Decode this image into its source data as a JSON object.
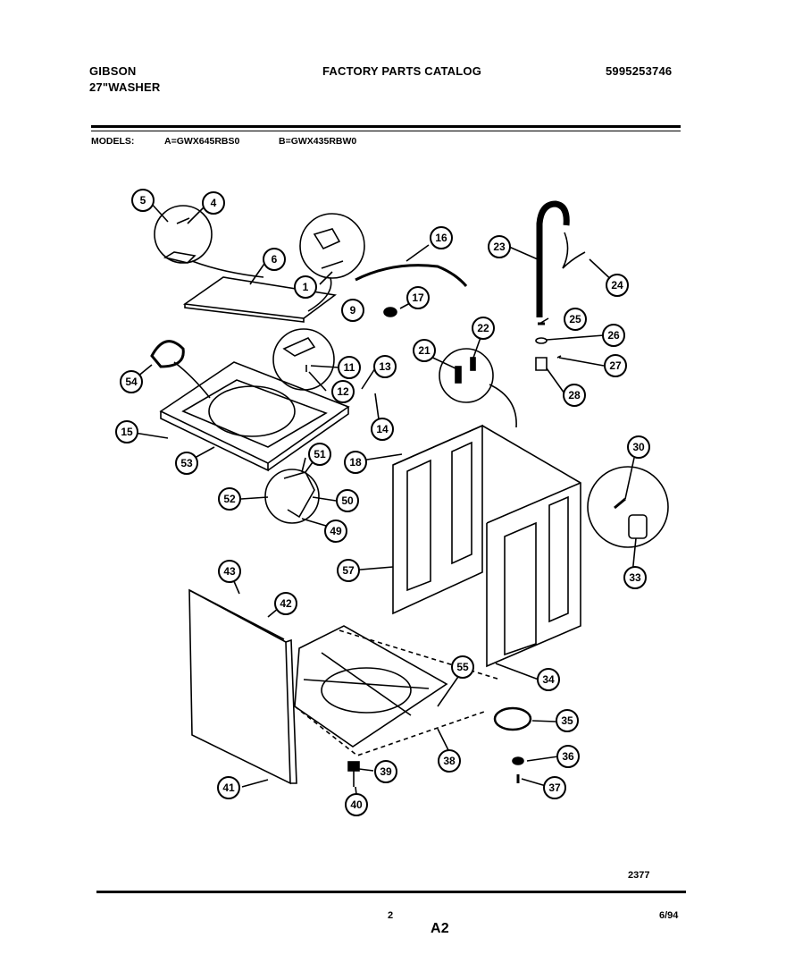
{
  "header": {
    "brand": "GIBSON",
    "product": "27\"WASHER",
    "catalog_title": "FACTORY PARTS CATALOG",
    "catalog_number": "5995253746"
  },
  "models": {
    "label": "MODELS:",
    "model_a": "A=GWX645RBS0",
    "model_b": "B=GWX435RBW0"
  },
  "diagram": {
    "callouts": [
      "5",
      "4",
      "6",
      "1",
      "16",
      "23",
      "24",
      "9",
      "17",
      "25",
      "26",
      "27",
      "28",
      "21",
      "22",
      "11",
      "12",
      "13",
      "14",
      "54",
      "15",
      "53",
      "18",
      "51",
      "52",
      "50",
      "49",
      "30",
      "33",
      "57",
      "43",
      "42",
      "34",
      "55",
      "35",
      "38",
      "36",
      "39",
      "40",
      "41",
      "37"
    ]
  },
  "footer": {
    "figure_id": "2377",
    "page_number": "2",
    "section": "A2",
    "date": "6/94"
  }
}
